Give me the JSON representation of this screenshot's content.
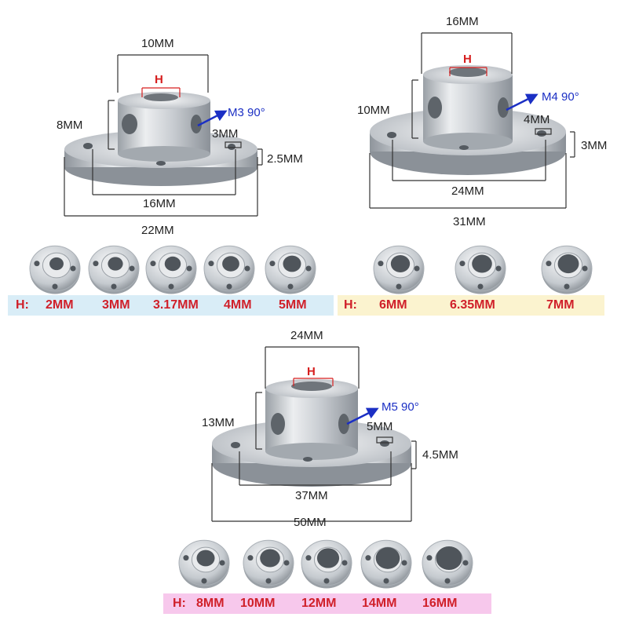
{
  "colors": {
    "dimension_text": "#222222",
    "hole_label": "#d61f1f",
    "thread_label": "#1b2fc4",
    "band_blue": "#d9edf7",
    "band_yellow": "#fbf3cf",
    "band_pink": "#f7c8ec",
    "band_text": "#d0202a",
    "metal": "#c9cdd2"
  },
  "diagram_small": {
    "top_width": "10MM",
    "hole": "H",
    "height": "8MM",
    "thread": "M3 90°",
    "slot": "3MM",
    "flange_thickness": "2.5MM",
    "bolt_spacing": "16MM",
    "outer_diameter": "22MM"
  },
  "diagram_medium": {
    "top_width": "16MM",
    "hole": "H",
    "height": "10MM",
    "thread": "M4 90°",
    "slot": "4MM",
    "flange_thickness": "3MM",
    "bolt_spacing": "24MM",
    "outer_diameter": "31MM"
  },
  "diagram_large": {
    "top_width": "24MM",
    "hole": "H",
    "height": "13MM",
    "thread": "M5 90°",
    "slot": "5MM",
    "flange_thickness": "4.5MM",
    "bolt_spacing": "37MM",
    "outer_diameter": "50MM"
  },
  "band_small": {
    "prefix": "H:",
    "sizes": [
      "2MM",
      "3MM",
      "3.17MM",
      "4MM",
      "5MM"
    ]
  },
  "band_medium": {
    "prefix": "H:",
    "sizes": [
      "6MM",
      "6.35MM",
      "7MM"
    ]
  },
  "band_large": {
    "prefix": "H:",
    "sizes": [
      "8MM",
      "10MM",
      "12MM",
      "14MM",
      "16MM"
    ]
  }
}
